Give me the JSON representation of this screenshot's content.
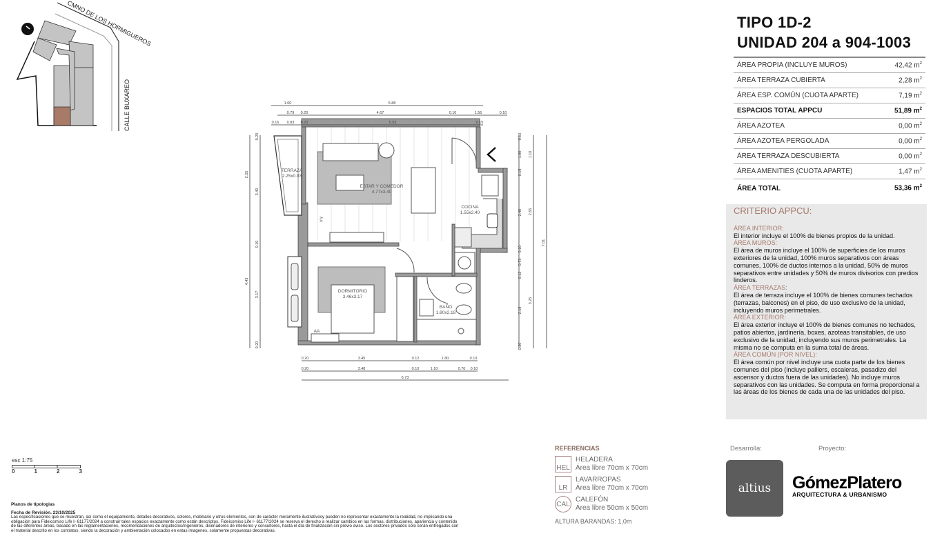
{
  "header": {
    "title": "TIPO 1D-2",
    "unit": "UNIDAD 204 a 904-1003"
  },
  "areas": [
    {
      "label": "ÁREA PROPIA (INCLUYE MUROS)",
      "value": "42,42 m",
      "bold": false
    },
    {
      "label": "ÁREA TERRAZA CUBIERTA",
      "value": "2,28 m",
      "bold": false
    },
    {
      "label": "ÁREA ESP. COMÚN (CUOTA APARTE)",
      "value": "7,19 m",
      "bold": false
    },
    {
      "label": "ESPACIOS TOTAL APPCU",
      "value": "51,89 m",
      "bold": true
    },
    {
      "label": "ÁREA AZOTEA",
      "value": "0,00 m",
      "bold": false
    },
    {
      "label": "ÁREA AZOTEA PERGOLADA",
      "value": "0,00 m",
      "bold": false
    },
    {
      "label": "ÁREA TERRAZA DESCUBIERTA",
      "value": "0,00 m",
      "bold": false
    },
    {
      "label": "ÁREA AMENITIES (CUOTA APARTE)",
      "value": "1,47 m",
      "bold": false
    },
    {
      "label": "ÁREA TOTAL",
      "value": "53,36 m",
      "bold": true
    }
  ],
  "unit_sup": "2",
  "criterio": {
    "title": "CRITERIO APPCU:",
    "sections": [
      {
        "head": "ÁREA INTERIOR:",
        "body": "El interior incluye el 100% de bienes propios de la unidad."
      },
      {
        "head": "ÁREA MUROS:",
        "body": "El área de muros incluye el 100% de superficies de los muros exteriores de la unidad, 100% muros separativos con áreas comunes, 100% de ductos internos a la unidad, 50% de muros separativos entre unidades y 50% de muros divisorios con predios linderos."
      },
      {
        "head": "ÁREA TERRAZAS:",
        "body": "El área de terraza incluye el 100% de bienes comunes techados (terrazas, balcones) en el piso, de uso exclusivo de la unidad, incluyendo muros perimetrales."
      },
      {
        "head": "ÁREA EXTERIOR:",
        "body": "El área exterior incluye el 100% de bienes comunes no techados, patios abiertos, jardinería, boxes, azoteas transitables, de uso exclusivo de la unidad, incluyendo sus muros perimetrales. La misma no se computa en la suma total de áreas."
      },
      {
        "head": "ÁREA COMÚN (POR NIVEL):",
        "body": "El área común por nivel incluye una cuota parte de los bienes comunes del piso (incluye palliers, escaleras, pasadizo del ascensor y ductos fuera de las unidades). No incluye muros separativos con las unidades. Se computa en forma proporcional a las áreas de los bienes de cada una de las unidades del piso."
      }
    ]
  },
  "site": {
    "street1": "CMNO DE LOS HORMIGUEROS",
    "street2": "CALLE BUXAREO",
    "highlight_color": "#a87a68"
  },
  "plan": {
    "rooms": {
      "terraza": "TERRAZA",
      "terraza_dim": "2.25x0.93",
      "estar": "ESTAR Y COMEDOR",
      "estar_dim": "4.77x3.40",
      "cocina": "COCINA",
      "cocina_dim": "1.55x2.40",
      "dormitorio": "DORMITORIO",
      "dormitorio_dim": "3.46x3.17",
      "bano": "BAÑO",
      "bano_dim": "1.80x2.18",
      "aa": "AA",
      "yy": "YY"
    },
    "dims_top": [
      "1.00",
      "5.88",
      "0.79",
      "0.20",
      "4.67",
      "0.10",
      "1.56",
      "0.10",
      "0.16",
      "0.83",
      "0.20",
      "5.53",
      "0.15"
    ],
    "dims_bottom": [
      "0.20",
      "3.45",
      "0.12",
      "1.80",
      "0.10",
      "0.20",
      "3.48",
      "0.10",
      "1.10",
      "0.70",
      "0.10",
      "6.73"
    ],
    "dims_left": [
      "2.55",
      "4.43",
      "0.20",
      "3.40",
      "0.10",
      "3.17",
      "0.20"
    ],
    "dims_right": [
      "0.10",
      "1.00",
      "0.15",
      "2.40",
      "0.10",
      "0.73",
      "0.12",
      "2.18",
      "0.20",
      "1.10",
      "2.65",
      "3.25",
      "7.01"
    ]
  },
  "scale": {
    "label": "esc 1:75",
    "ticks": [
      "0",
      "1",
      "2",
      "3"
    ]
  },
  "footer": {
    "heading": "Planos de tipologias",
    "revision": "Fecha de Revisión. 23/10/2025",
    "disclaimer": "Las especificaciones que se muestran, así como el equipamiento, detalles decorativos, colores, mobiliario y otros elementos, son de carácter meramente ilustrativosy pueden no representar exactamente la realidad, no implicando una obligación para Fideicomiso Life I- 61177/2024 a construir tales espacios exactamente como están descriptos. Fideicomiso Life I- 61177/2024 se reserva el derecho a realizar cambios en las formas, distribuciones, apariencia y contenido de las diferentes áreas, basado en las reglamentaciones, recomendaciones de arquitectos/ingenieros, diseñadores de interiores y consultores, hasta el día de finalización sin previo aviso. Los sectores privados sólo serán entregados con el material descrito en los contratos, siendo la decoración y ambientación colocados en estas imagenes, solamente propuestas decorativas."
  },
  "references": {
    "title": "REFERENCIAS",
    "items": [
      {
        "code": "HEL",
        "name": "HELADERA",
        "desc": "Área libre 70cm x 70cm"
      },
      {
        "code": "LR",
        "name": "LAVARROPAS",
        "desc": "Área libre 70cm x 70cm"
      },
      {
        "code": "CAL",
        "name": "CALEFÓN",
        "desc": "Área libre 50cm x 50cm"
      }
    ],
    "railing": "ALTURA BARANDAS: 1,0m"
  },
  "credits": {
    "developer_label": "Desarrolla:",
    "project_label": "Proyecto:",
    "developer_logo": "altius",
    "architect_logo": "GómezPlatero",
    "architect_sub": "ARQUITECTURA & URBANISMO"
  }
}
